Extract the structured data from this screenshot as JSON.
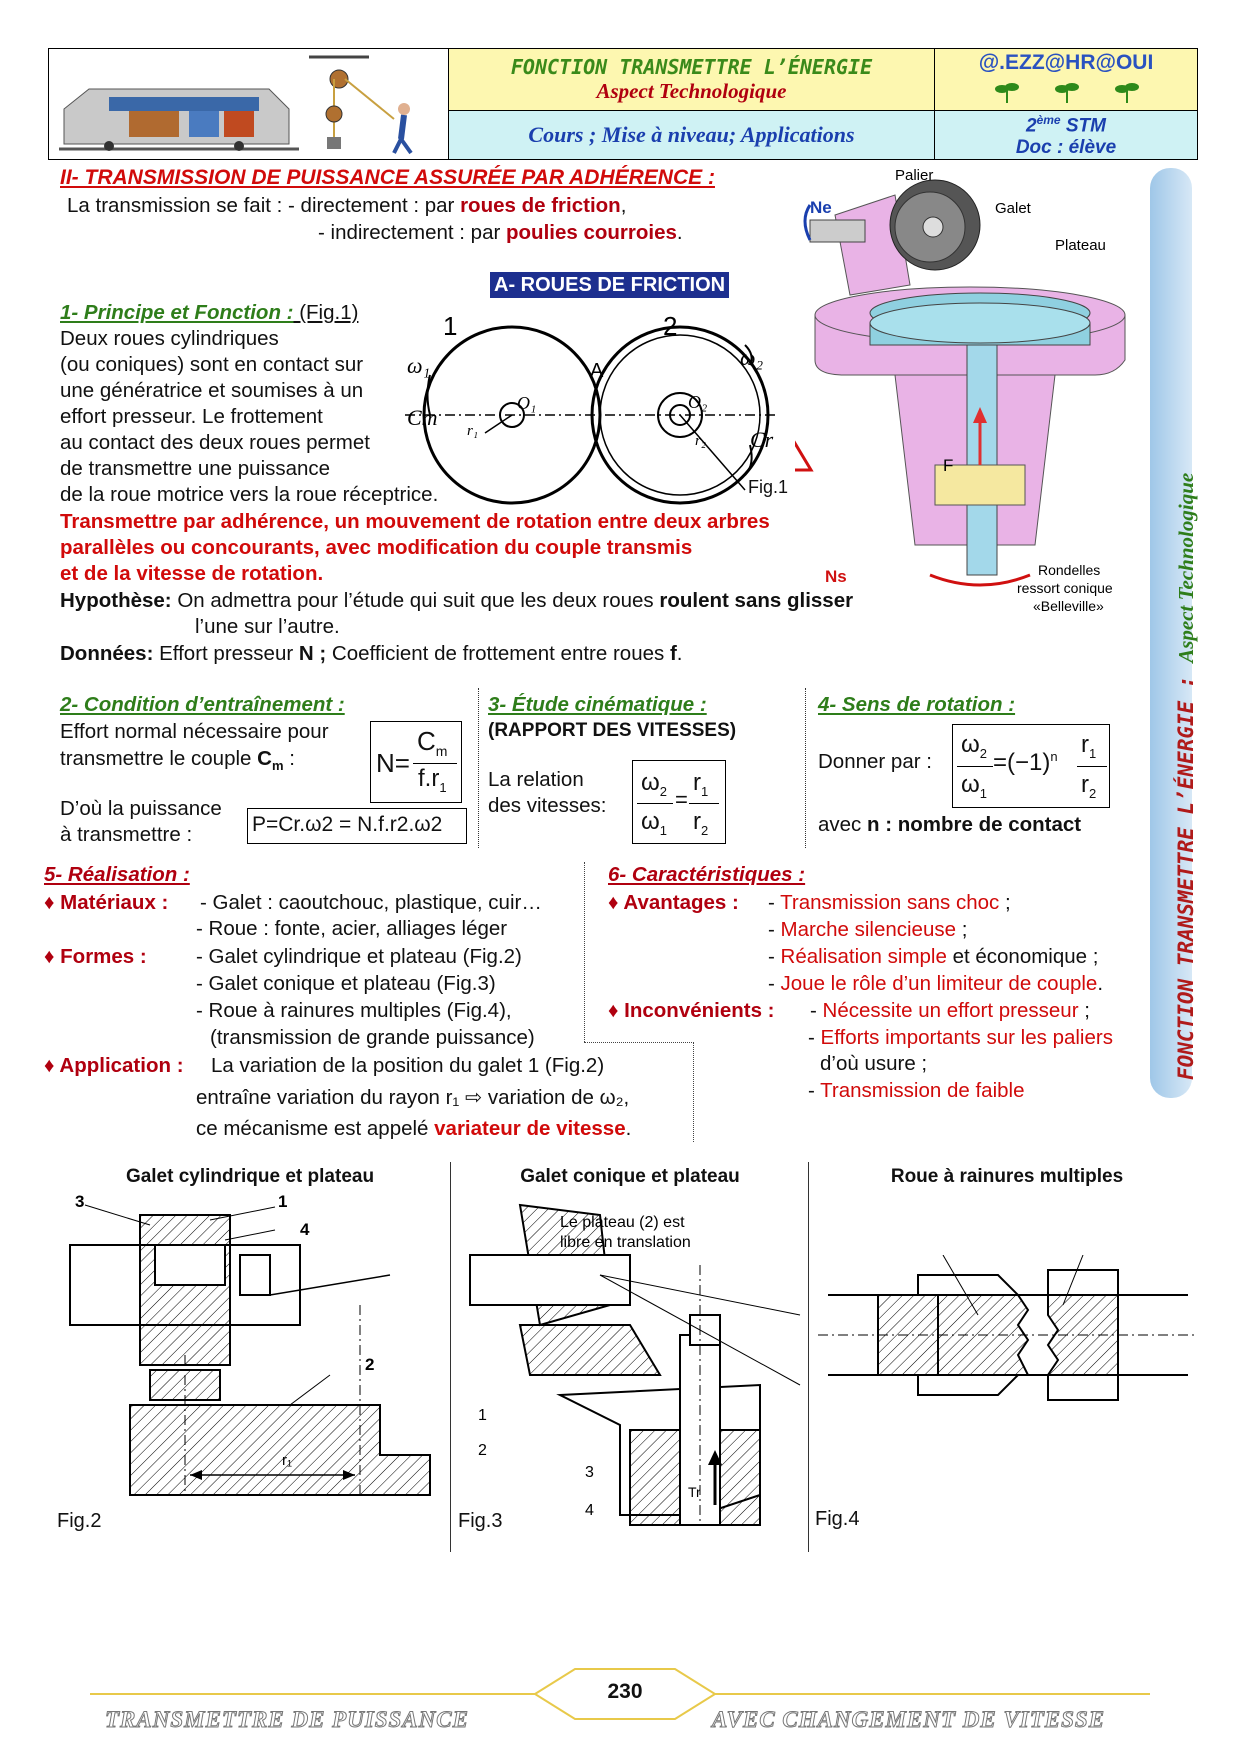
{
  "header": {
    "title": "FONCTION TRANSMETTRE L’ÉNERGIE",
    "subtitle": "Aspect Technologique",
    "course": "Cours ; Mise à niveau; Applications",
    "logo": "@.EZZ@HR@OUI",
    "level_num": "2",
    "level_sup": "ème",
    "level_track": " STM",
    "doc": "Doc : élève"
  },
  "side_banner": {
    "left": "FONCTION TRANSMETTRE L’ÉNERGIE : ",
    "right": "Aspect Technologique"
  },
  "section": {
    "title": "II- TRANSMISSION DE PUISSANCE ASSURÉE PAR ADHÉRENCE :",
    "line1_a": "La transmission se fait : - directement : par ",
    "line1_b": "roues de friction",
    "line1_c": ",",
    "line2_a": "- indirectement : par ",
    "line2_b": "poulies courroies",
    "line2_c": "."
  },
  "subsection_a": "A- ROUES DE FRICTION",
  "principe": {
    "title": "1- Principe et Fonction :",
    "fig_ref": " (Fig.1)",
    "lines": [
      " Deux roues cylindriques",
      "(ou coniques) sont en contact sur",
      "une génératrice et soumises à un",
      " effort presseur. Le frottement",
      "au contact des deux roues permet",
      "de transmettre une puissance",
      "de la roue motrice vers la roue réceptrice."
    ],
    "fonction_lines": [
      "Transmettre par adhérence, un mouvement de rotation entre deux arbres",
      "parallèles ou concourants, avec modification du couple transmis",
      "et de la vitesse de rotation."
    ],
    "hyp_label": "Hypothèse:",
    "hyp_text": " On admettra pour l’étude qui suit que les deux roues ",
    "hyp_bold": "roulent sans glisser",
    "hyp_line2": "l’une sur l’autre.",
    "don_label": "Données:",
    "don_text1": " Effort presseur ",
    "don_N": "N ;",
    "don_text2": " Coefficient de frottement entre roues ",
    "don_f": "f",
    "don_end": "."
  },
  "fig1": {
    "label": "Fig.1",
    "wheel1": "1",
    "wheel2": "2",
    "w1": "ω₁",
    "w2": "ω₂",
    "cm": "Cm",
    "cr": "Cr",
    "o1": "O₁",
    "o2": "O₂",
    "a": "A",
    "r1": "r₁",
    "r2": "r₂"
  },
  "fig_3d": {
    "ne": "Ne",
    "ns": "Ns",
    "palier": "Palier",
    "galet": "Galet",
    "plateau": "Plateau",
    "f": "F",
    "rondelles1": "Rondelles",
    "rondelles2": "ressort conique",
    "rondelles3": "«Belleville»"
  },
  "condition": {
    "title": "2- Condition d’entraînement :",
    "l1": "Effort normal nécessaire pour",
    "l2a": "transmettre le couple ",
    "l2b": "C",
    "l2sub": "m",
    "l2c": " :",
    "formula_N": "N",
    "formula_eq": "=",
    "formula_num": "C",
    "formula_num_sub": "m",
    "formula_den": "f.r",
    "formula_den_sub": "1",
    "l3": "D’où la puissance",
    "l4": "à transmettre :",
    "power_formula": "P=Cr.ω2 = N.f.r2.ω2"
  },
  "cinematique": {
    "title": "3- Étude cinématique :",
    "sub": "(RAPPORT DES VITESSES)",
    "l1": "La relation",
    "l2": "des vitesses:",
    "w2": "ω",
    "w2s": "2",
    "w1": "ω",
    "w1s": "1",
    "r1": "r",
    "r1s": "1",
    "r2": "r",
    "r2s": "2",
    "eq": "="
  },
  "sens": {
    "title": "4- Sens de rotation :",
    "l1": "Donner par :",
    "mid": "=(−1)",
    "exp": "n",
    "l2a": "avec ",
    "l2b": "n : nombre de contact"
  },
  "realisation": {
    "title": "5- Réalisation :",
    "mat_label": "♦ Matériaux  :",
    "mat_1": "- Galet : caoutchouc, plastique, cuir…",
    "mat_2": "- Roue : fonte, acier, alliages léger",
    "formes_label": "♦ Formes     :",
    "formes_1": "- Galet cylindrique et plateau (Fig.2)",
    "formes_2": "- Galet conique et plateau (Fig.3)",
    "formes_3": "- Roue à rainures multiples (Fig.4),",
    "formes_4": "(transmission de grande puissance)",
    "app_label": "♦ Application :",
    "app_1": "La variation de la position du galet 1 (Fig.2)",
    "app_2": "entraîne variation du rayon r₁ ⇨ variation de ω₂,",
    "app_3a": "ce mécanisme est appelé ",
    "app_3b": "variateur de vitesse",
    "app_3c": "."
  },
  "caracteristiques": {
    "title": "6- Caractéristiques :",
    "av_label": "♦ Avantages :",
    "av": [
      "Transmission sans choc",
      "Marche silencieuse",
      "Réalisation simple",
      "Joue le rôle d’un limiteur de couple"
    ],
    "av_suffix": [
      " ;",
      " ;",
      " et économique ;",
      "."
    ],
    "inc_label": "♦ Inconvénients :",
    "inc1": "Nécessite un effort presseur",
    "inc1_s": " ;",
    "inc2": "Efforts importants sur les paliers",
    "inc2_b": "d’où usure ;",
    "inc3": "Transmission de faible"
  },
  "figures": {
    "fig2_title": "Galet cylindrique et plateau",
    "fig3_title": "Galet conique et plateau",
    "fig4_title": "Roue à rainures multiples",
    "fig2": "Fig.2",
    "fig3": "Fig.3",
    "fig4": "Fig.4",
    "fig3_note1": "Le plateau (2) est",
    "fig3_note2": "libre en translation",
    "n1": "1",
    "n2": "2",
    "n3": "3",
    "n4": "4",
    "r1": "r₁",
    "tr": "Tr"
  },
  "footer": {
    "page": "230",
    "left": "TRANSMETTRE DE PUISSANCE",
    "right": "AVEC CHANGEMENT DE VITESSE"
  }
}
